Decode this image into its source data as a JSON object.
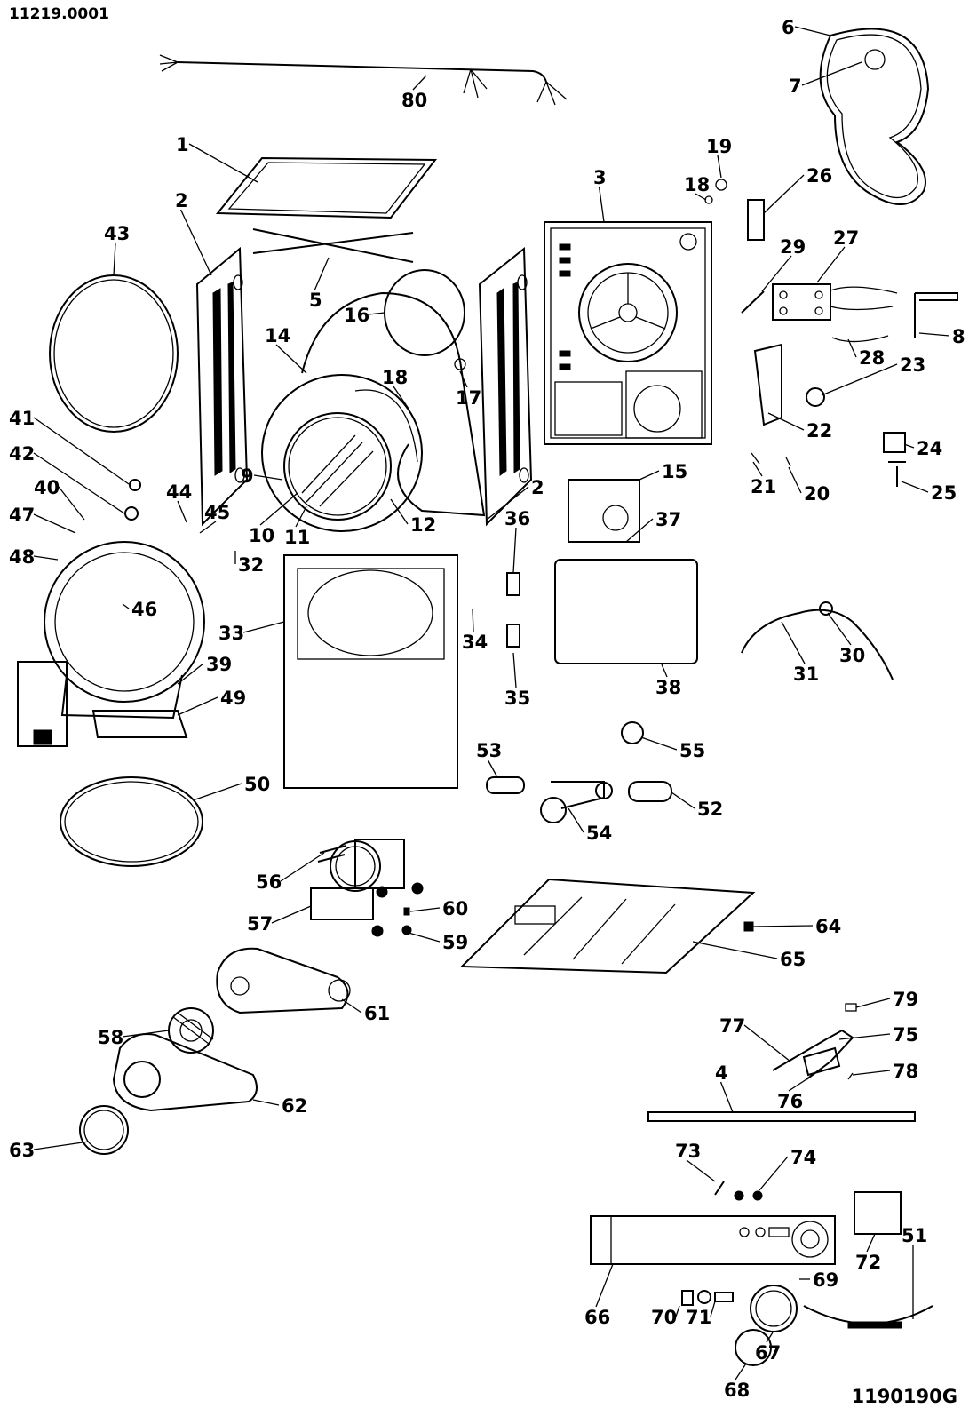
{
  "document": {
    "type": "exploded parts diagram",
    "subject": "dryer cabinet, drum, motor and control panel assembly",
    "figure_code_top": "11219.0001",
    "figure_code_bottom": "1190190G"
  },
  "callouts": [
    {
      "id": "c80",
      "text": "80",
      "part": "wire-harness"
    },
    {
      "id": "c6",
      "text": "6",
      "part": "rear-cover"
    },
    {
      "id": "c7",
      "text": "7",
      "part": "rear-cover-plate"
    },
    {
      "id": "c1",
      "text": "1",
      "part": "top-panel"
    },
    {
      "id": "c19",
      "text": "19",
      "part": "nut"
    },
    {
      "id": "c18a",
      "text": "18",
      "part": "washer"
    },
    {
      "id": "c26",
      "text": "26",
      "part": "terminal-block"
    },
    {
      "id": "c3",
      "text": "3",
      "part": "rear-panel"
    },
    {
      "id": "c2a",
      "text": "2",
      "part": "side-panel-left"
    },
    {
      "id": "c43",
      "text": "43",
      "part": "door-seal"
    },
    {
      "id": "c27",
      "text": "27",
      "part": "timer-block"
    },
    {
      "id": "c29",
      "text": "29",
      "part": "fuse"
    },
    {
      "id": "c5",
      "text": "5",
      "part": "brace"
    },
    {
      "id": "c16",
      "text": "16",
      "part": "drum-seal"
    },
    {
      "id": "c8",
      "text": "8",
      "part": "bracket"
    },
    {
      "id": "c28",
      "text": "28",
      "part": "wire"
    },
    {
      "id": "c14",
      "text": "14",
      "part": "drum-bulkhead"
    },
    {
      "id": "c17",
      "text": "17",
      "part": "clip"
    },
    {
      "id": "c18b",
      "text": "18",
      "part": "screw"
    },
    {
      "id": "c23",
      "text": "23",
      "part": "thermostat"
    },
    {
      "id": "c22",
      "text": "22",
      "part": "heater-bracket"
    },
    {
      "id": "c41",
      "text": "41",
      "part": "grommet"
    },
    {
      "id": "c24",
      "text": "24",
      "part": "relay"
    },
    {
      "id": "c42",
      "text": "42",
      "part": "ring"
    },
    {
      "id": "c21",
      "text": "21",
      "part": "clip"
    },
    {
      "id": "c20",
      "text": "20",
      "part": "clip"
    },
    {
      "id": "c25",
      "text": "25",
      "part": "pin"
    },
    {
      "id": "c40",
      "text": "40",
      "part": "hinge"
    },
    {
      "id": "c44",
      "text": "44",
      "part": "latch"
    },
    {
      "id": "c9",
      "text": "9",
      "part": "drum"
    },
    {
      "id": "c15",
      "text": "15",
      "part": "filter-housing"
    },
    {
      "id": "c2b",
      "text": "2",
      "part": "side-panel-right"
    },
    {
      "id": "c12",
      "text": "12",
      "part": "drum-belt"
    },
    {
      "id": "c47",
      "text": "47",
      "part": "spring"
    },
    {
      "id": "c45",
      "text": "45",
      "part": "gasket"
    },
    {
      "id": "c10",
      "text": "10",
      "part": "baffle"
    },
    {
      "id": "c11",
      "text": "11",
      "part": "baffle"
    },
    {
      "id": "c36",
      "text": "36",
      "part": "hinge"
    },
    {
      "id": "c37",
      "text": "37",
      "part": "screw"
    },
    {
      "id": "c48",
      "text": "48",
      "part": "screw"
    },
    {
      "id": "c32",
      "text": "32",
      "part": "clip"
    },
    {
      "id": "c46",
      "text": "46",
      "part": "door-catch"
    },
    {
      "id": "c34",
      "text": "34",
      "part": "screw"
    },
    {
      "id": "c33",
      "text": "33",
      "part": "front-panel"
    },
    {
      "id": "c39",
      "text": "39",
      "part": "door"
    },
    {
      "id": "c30",
      "text": "30",
      "part": "terminal"
    },
    {
      "id": "c31",
      "text": "31",
      "part": "cord"
    },
    {
      "id": "c38",
      "text": "38",
      "part": "lint-screen-door"
    },
    {
      "id": "c35",
      "text": "35",
      "part": "hinge"
    },
    {
      "id": "c49",
      "text": "49",
      "part": "lint-filter"
    },
    {
      "id": "c53",
      "text": "53",
      "part": "duct"
    },
    {
      "id": "c55",
      "text": "55",
      "part": "duct-cap"
    },
    {
      "id": "c50",
      "text": "50",
      "part": "door-gasket"
    },
    {
      "id": "c52",
      "text": "52",
      "part": "duct-pipe"
    },
    {
      "id": "c54",
      "text": "54",
      "part": "duct-elbow"
    },
    {
      "id": "c56",
      "text": "56",
      "part": "motor-pulley"
    },
    {
      "id": "c60",
      "text": "60",
      "part": "washer"
    },
    {
      "id": "c57",
      "text": "57",
      "part": "motor-mount"
    },
    {
      "id": "c64",
      "text": "64",
      "part": "foot"
    },
    {
      "id": "c59",
      "text": "59",
      "part": "nut"
    },
    {
      "id": "c65",
      "text": "65",
      "part": "base"
    },
    {
      "id": "c61",
      "text": "61",
      "part": "blower-housing"
    },
    {
      "id": "c79",
      "text": "79",
      "part": "clip"
    },
    {
      "id": "c58",
      "text": "58",
      "part": "blower-wheel"
    },
    {
      "id": "c77",
      "text": "77",
      "part": "idler-arm"
    },
    {
      "id": "c75",
      "text": "75",
      "part": "idler-bracket"
    },
    {
      "id": "c78",
      "text": "78",
      "part": "spring"
    },
    {
      "id": "c4",
      "text": "4",
      "part": "toe-kick"
    },
    {
      "id": "c76",
      "text": "76",
      "part": "idler-pulley"
    },
    {
      "id": "c62",
      "text": "62",
      "part": "blower-duct"
    },
    {
      "id": "c63",
      "text": "63",
      "part": "seal"
    },
    {
      "id": "c73",
      "text": "73",
      "part": "screw"
    },
    {
      "id": "c74",
      "text": "74",
      "part": "knob"
    },
    {
      "id": "c72",
      "text": "72",
      "part": "switch"
    },
    {
      "id": "c51",
      "text": "51",
      "part": "end-cap"
    },
    {
      "id": "c69",
      "text": "69",
      "part": "spring"
    },
    {
      "id": "c66",
      "text": "66",
      "part": "control-panel"
    },
    {
      "id": "c70",
      "text": "70",
      "part": "knob"
    },
    {
      "id": "c71",
      "text": "71",
      "part": "switch"
    },
    {
      "id": "c67",
      "text": "67",
      "part": "timer-dial"
    },
    {
      "id": "c68",
      "text": "68",
      "part": "timer-knob"
    }
  ]
}
